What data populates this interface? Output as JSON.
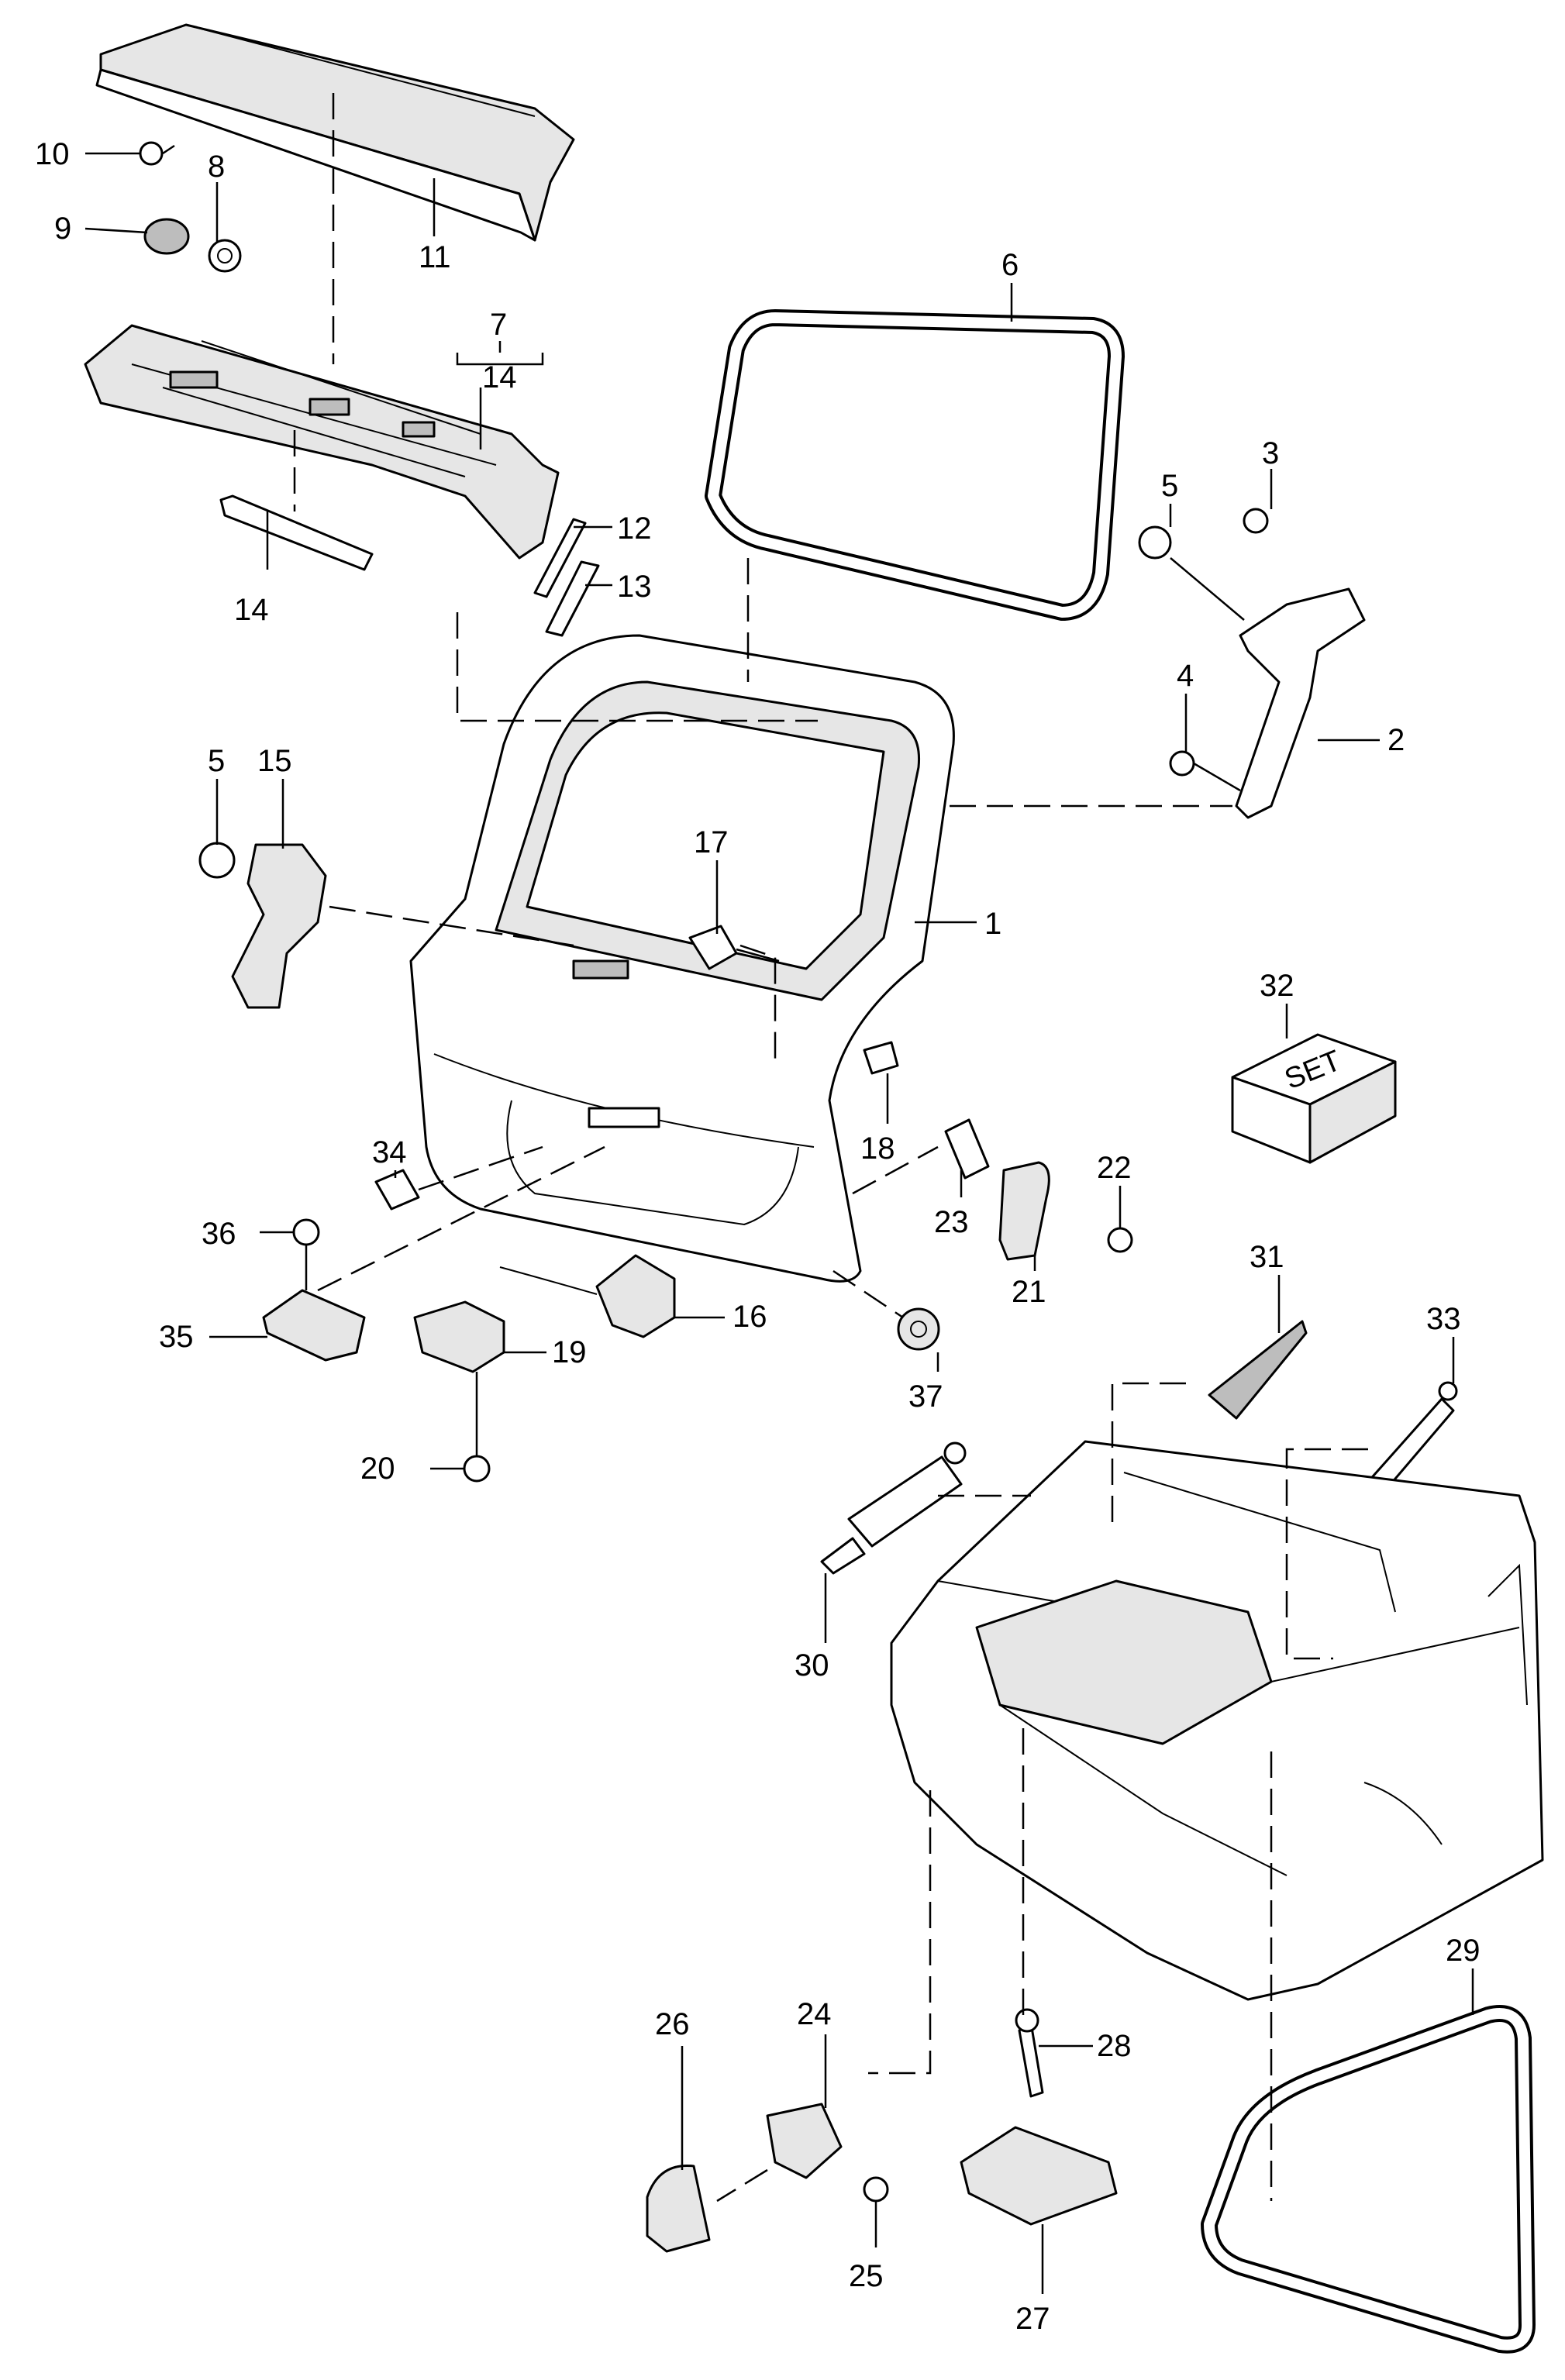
{
  "diagram": {
    "kit_label": "SET",
    "callouts": [
      "1",
      "2",
      "3",
      "4",
      "5",
      "5",
      "6",
      "7",
      "8",
      "9",
      "10",
      "11",
      "12",
      "13",
      "14",
      "14",
      "15",
      "16",
      "17",
      "18",
      "19",
      "20",
      "21",
      "22",
      "23",
      "24",
      "25",
      "26",
      "27",
      "28",
      "29",
      "30",
      "31",
      "32",
      "33",
      "34",
      "35",
      "36",
      "37"
    ]
  }
}
